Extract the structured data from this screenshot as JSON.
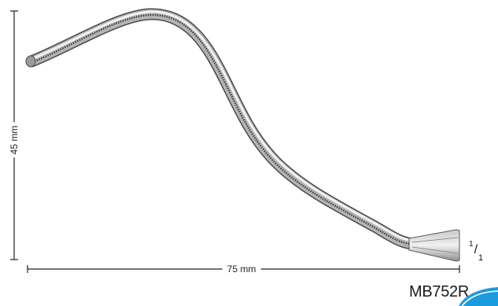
{
  "dimensions": {
    "height_label": "45 mm",
    "width_label": "75 mm"
  },
  "scale": {
    "numerator": "1",
    "denominator": "1"
  },
  "product": {
    "code": "MB752R"
  },
  "colors": {
    "accent": "#1a9be0",
    "instrument_steel": "#b8b8b8",
    "dimension_line": "#222222"
  },
  "instrument": {
    "type": "dental-elevator-instrument"
  }
}
